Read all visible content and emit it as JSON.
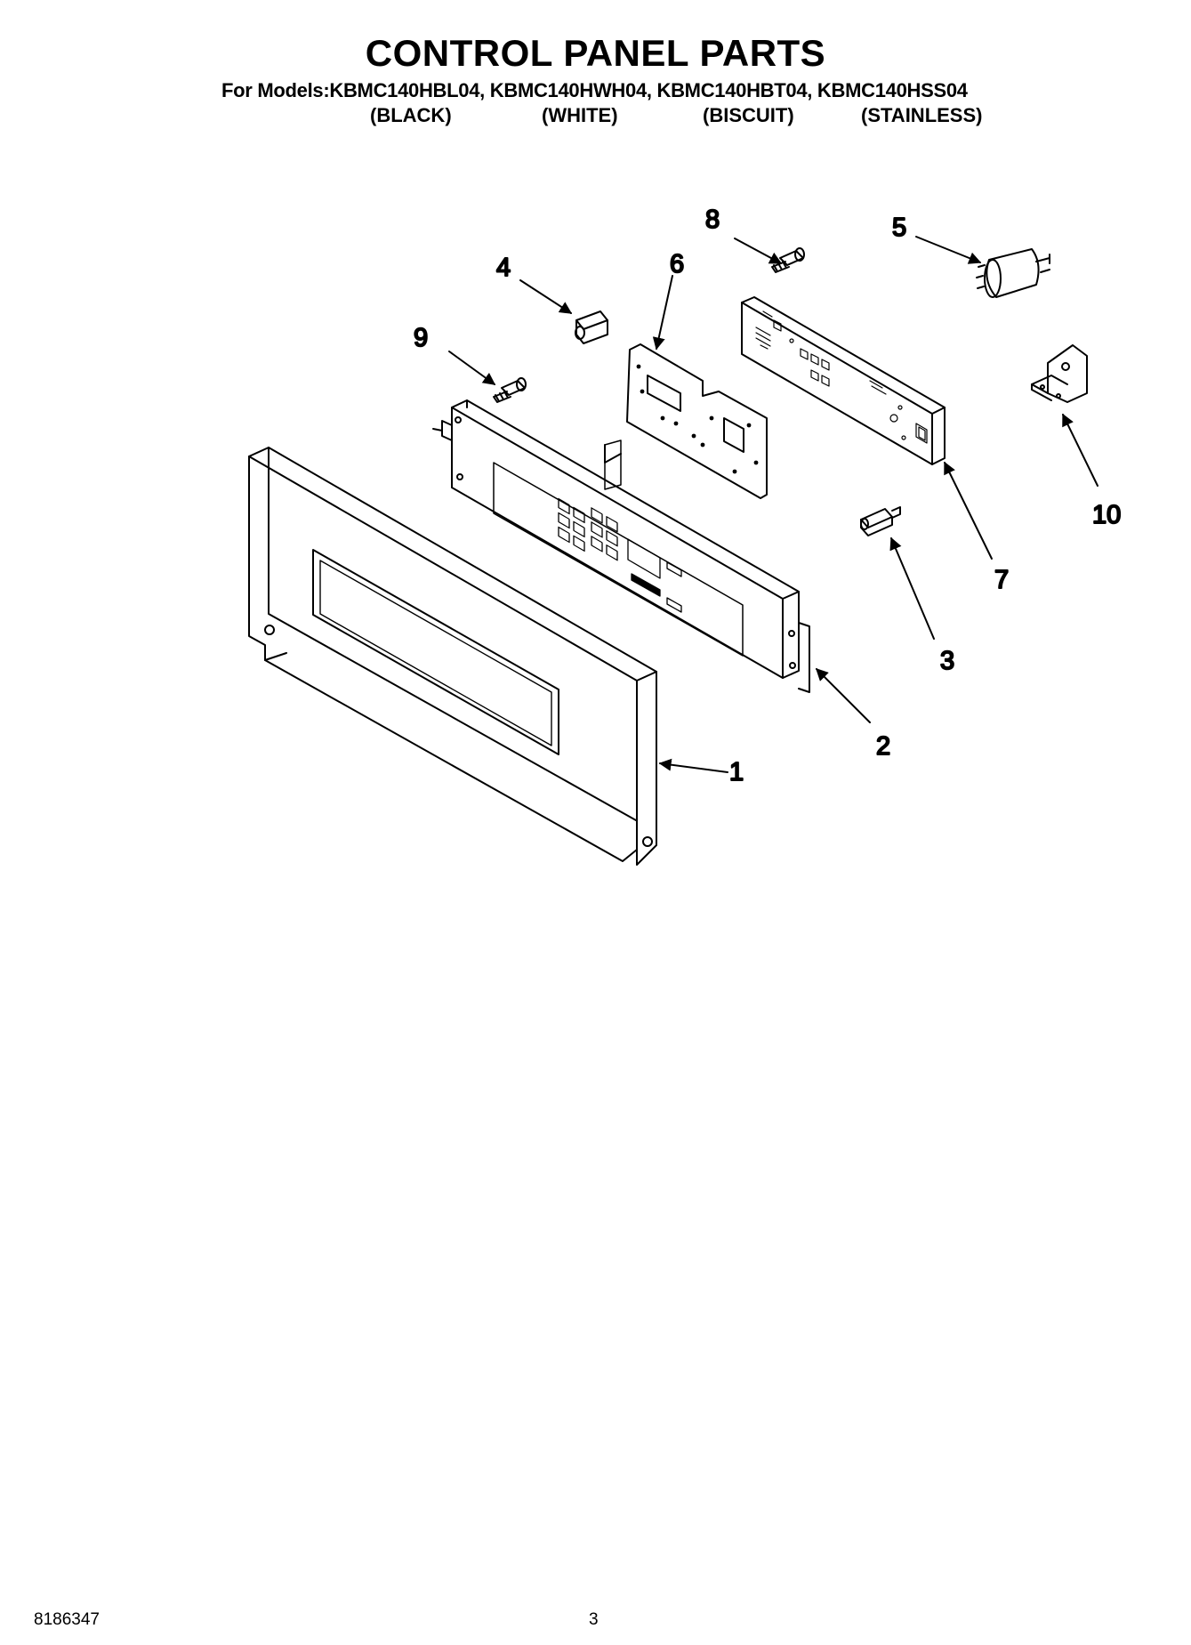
{
  "header": {
    "title": "CONTROL PANEL PARTS",
    "models_line": "For Models:KBMC140HBL04, KBMC140HWH04, KBMC140HBT04, KBMC140HSS04",
    "colors": [
      "(BLACK)",
      "(WHITE)",
      "(BISCUIT)",
      "(STAINLESS)"
    ]
  },
  "callouts": [
    "1",
    "2",
    "3",
    "4",
    "5",
    "6",
    "7",
    "8",
    "9",
    "10"
  ],
  "footer": {
    "part_number": "8186347",
    "page_number": "3"
  }
}
